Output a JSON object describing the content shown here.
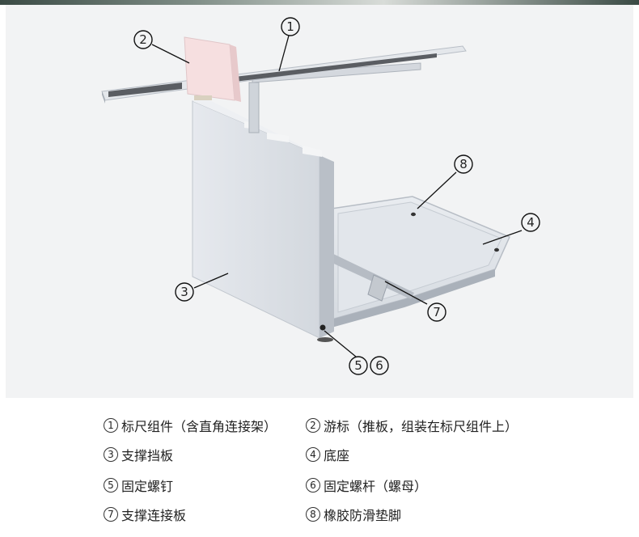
{
  "callouts": {
    "c1": "1",
    "c2": "2",
    "c3": "3",
    "c4": "4",
    "c5": "5",
    "c6": "6",
    "c8": "8",
    "c7": "7"
  },
  "legend": [
    {
      "num": "1",
      "label": "标尺组件（含直角连接架）"
    },
    {
      "num": "2",
      "label": "游标（推板，组装在标尺组件上）"
    },
    {
      "num": "3",
      "label": "支撑挡板"
    },
    {
      "num": "4",
      "label": "底座"
    },
    {
      "num": "5",
      "label": "固定螺钉"
    },
    {
      "num": "6",
      "label": "固定螺杆（螺母）"
    },
    {
      "num": "7",
      "label": "支撑连接板"
    },
    {
      "num": "8",
      "label": "橡胶防滑垫脚"
    }
  ],
  "colors": {
    "background": "#f2f3f4",
    "metal_light": "#dde1e6",
    "metal_mid": "#c7ccd3",
    "metal_dark": "#9aa1ab",
    "slider": "#f6dfe0",
    "ruler_scale": "#5a5d62"
  }
}
